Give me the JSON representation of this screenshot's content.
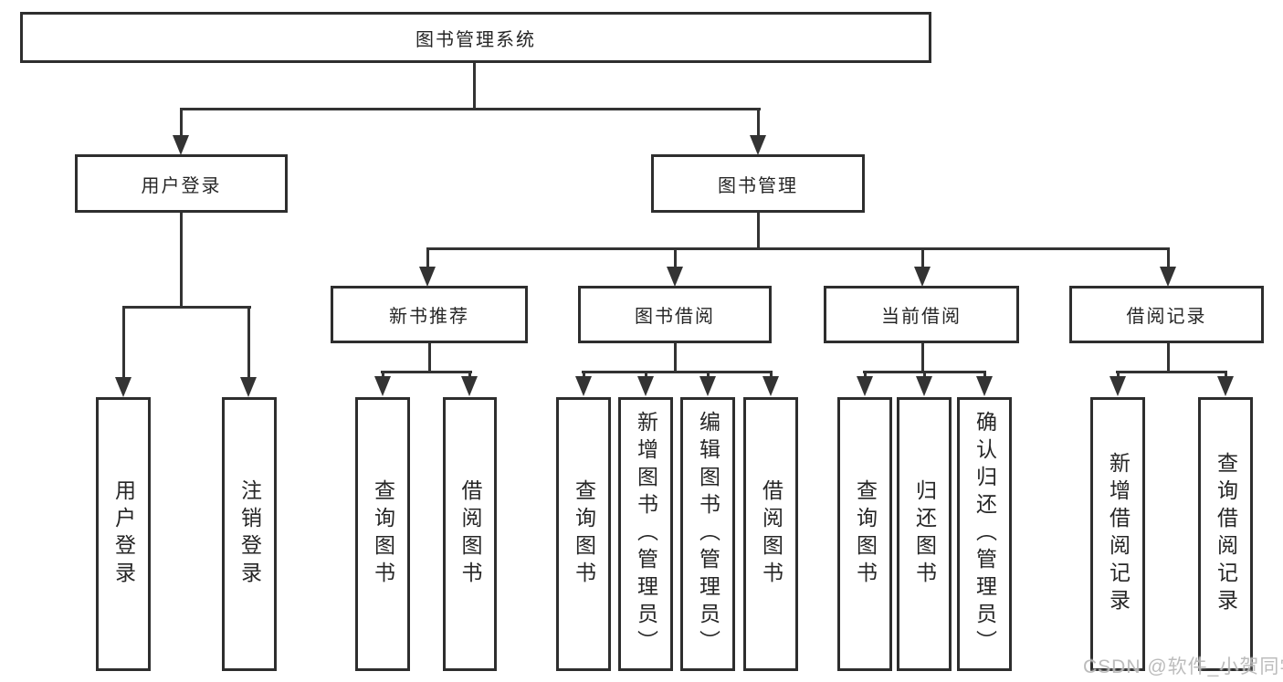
{
  "diagram": {
    "type": "hierarchy-tree",
    "tree": {
      "label": "图书管理系统",
      "children": [
        {
          "label": "用户登录",
          "children": [
            {
              "label": "用户登录"
            },
            {
              "label": "注销登录"
            }
          ]
        },
        {
          "label": "图书管理",
          "children": [
            {
              "label": "新书推荐",
              "children": [
                {
                  "label": "查询图书"
                },
                {
                  "label": "借阅图书"
                }
              ]
            },
            {
              "label": "图书借阅",
              "children": [
                {
                  "label": "查询图书"
                },
                {
                  "label": "新增图书（管理员）"
                },
                {
                  "label": "编辑图书（管理员）"
                },
                {
                  "label": "借阅图书"
                }
              ]
            },
            {
              "label": "当前借阅",
              "children": [
                {
                  "label": "查询图书"
                },
                {
                  "label": "归还图书"
                },
                {
                  "label": "确认归还（管理员）"
                }
              ]
            },
            {
              "label": "借阅记录",
              "children": [
                {
                  "label": "新增借阅记录"
                },
                {
                  "label": "查询借阅记录"
                }
              ]
            }
          ]
        }
      ]
    },
    "colors": {
      "line": "#333333",
      "box_border": "#2e2e2e",
      "box_fill": "#ffffff",
      "text": "#262626",
      "background": "#ffffff"
    }
  },
  "watermark": {
    "text": "CSDN @软件_小贺同学",
    "color": "#b9b9b9"
  }
}
